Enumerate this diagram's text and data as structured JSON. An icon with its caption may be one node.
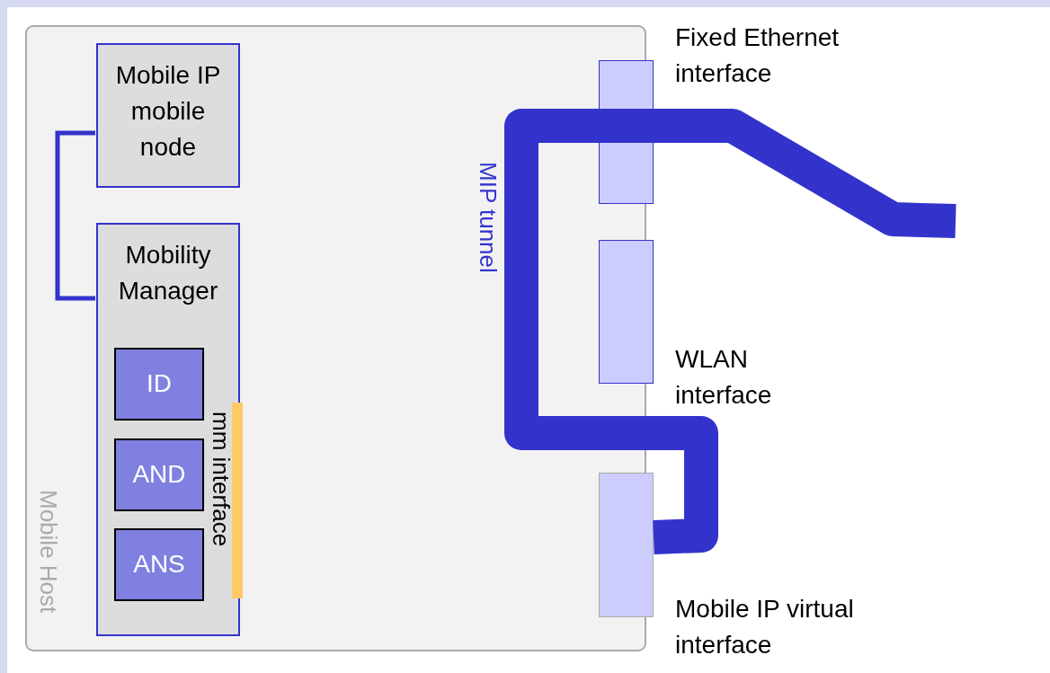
{
  "diagram": {
    "nodes": [
      {
        "text": [
          "Mobile Host"
        ]
      },
      {
        "text": [
          "Mobile IP mobile node"
        ],
        "in": 0
      },
      {
        "text": [
          "Mobility Manager"
        ],
        "in": 0
      },
      {
        "text": [
          "ID"
        ],
        "in": 2
      },
      {
        "text": [
          "AND"
        ],
        "in": 2
      },
      {
        "text": [
          "ANS"
        ],
        "in": 2
      },
      {
        "text": [
          "Fixed Ethernet interface"
        ]
      },
      {
        "text": [
          "WLAN interface"
        ]
      },
      {
        "text": [
          "Mobile IP virtual interface"
        ]
      }
    ],
    "edges": [
      {
        "from": 1,
        "to": 2,
        "arrow": "none"
      },
      {
        "from": 8,
        "to": null,
        "arrow": "none",
        "label": "MIP tunnel",
        "style": "thick"
      }
    ],
    "labels": [
      "mm interface"
    ]
  }
}
